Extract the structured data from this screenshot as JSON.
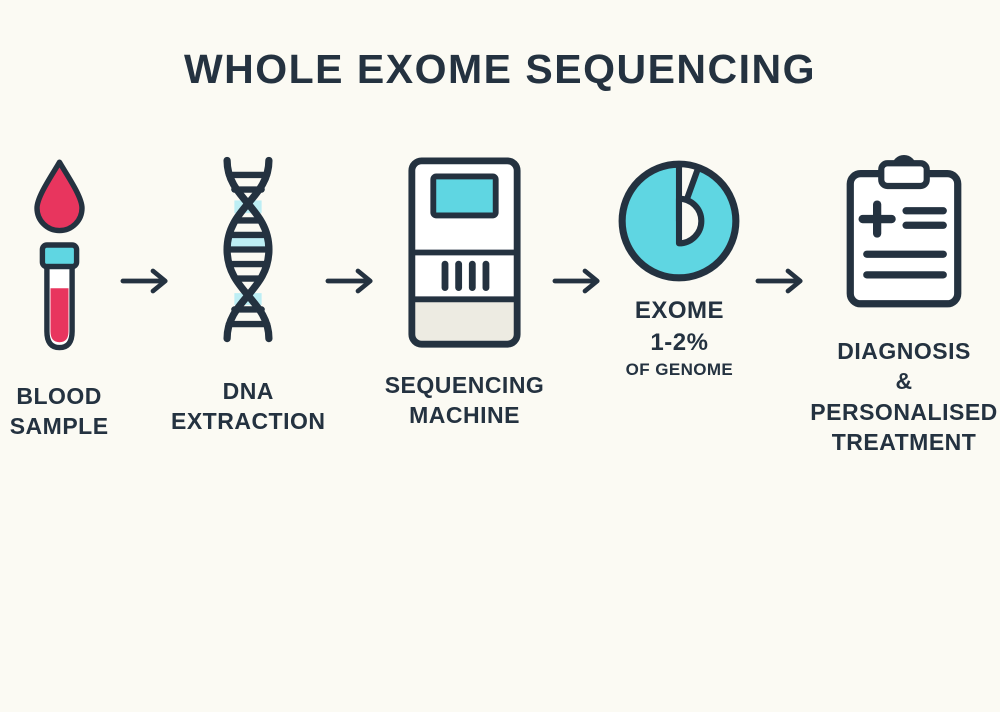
{
  "title": "WHOLE EXOME SEQUENCING",
  "colors": {
    "background": "#fbfaf3",
    "ink": "#243240",
    "cyan": "#5fd6e2",
    "pink": "#e8355e",
    "machine_body": "#f6f5ee",
    "machine_bottom": "#edebe2"
  },
  "steps": [
    {
      "id": "blood-sample",
      "icon": "blood-drop-test-tube-icon",
      "label_lines": [
        "BLOOD",
        "SAMPLE"
      ]
    },
    {
      "id": "dna-extraction",
      "icon": "dna-helix-icon",
      "label_lines": [
        "DNA",
        "EXTRACTION"
      ]
    },
    {
      "id": "sequencing-machine",
      "icon": "sequencing-machine-icon",
      "label_lines": [
        "SEQUENCING",
        "MACHINE"
      ]
    },
    {
      "id": "exome",
      "icon": "exome-pie-chart-icon",
      "label_lines": [
        "EXOME",
        "1-2%"
      ],
      "sublabel": "OF GENOME"
    },
    {
      "id": "diagnosis-treatment",
      "icon": "clipboard-diagnosis-icon",
      "label_lines": [
        "DIAGNOSIS",
        "&",
        "PERSONALISED",
        "TREATMENT"
      ]
    }
  ]
}
